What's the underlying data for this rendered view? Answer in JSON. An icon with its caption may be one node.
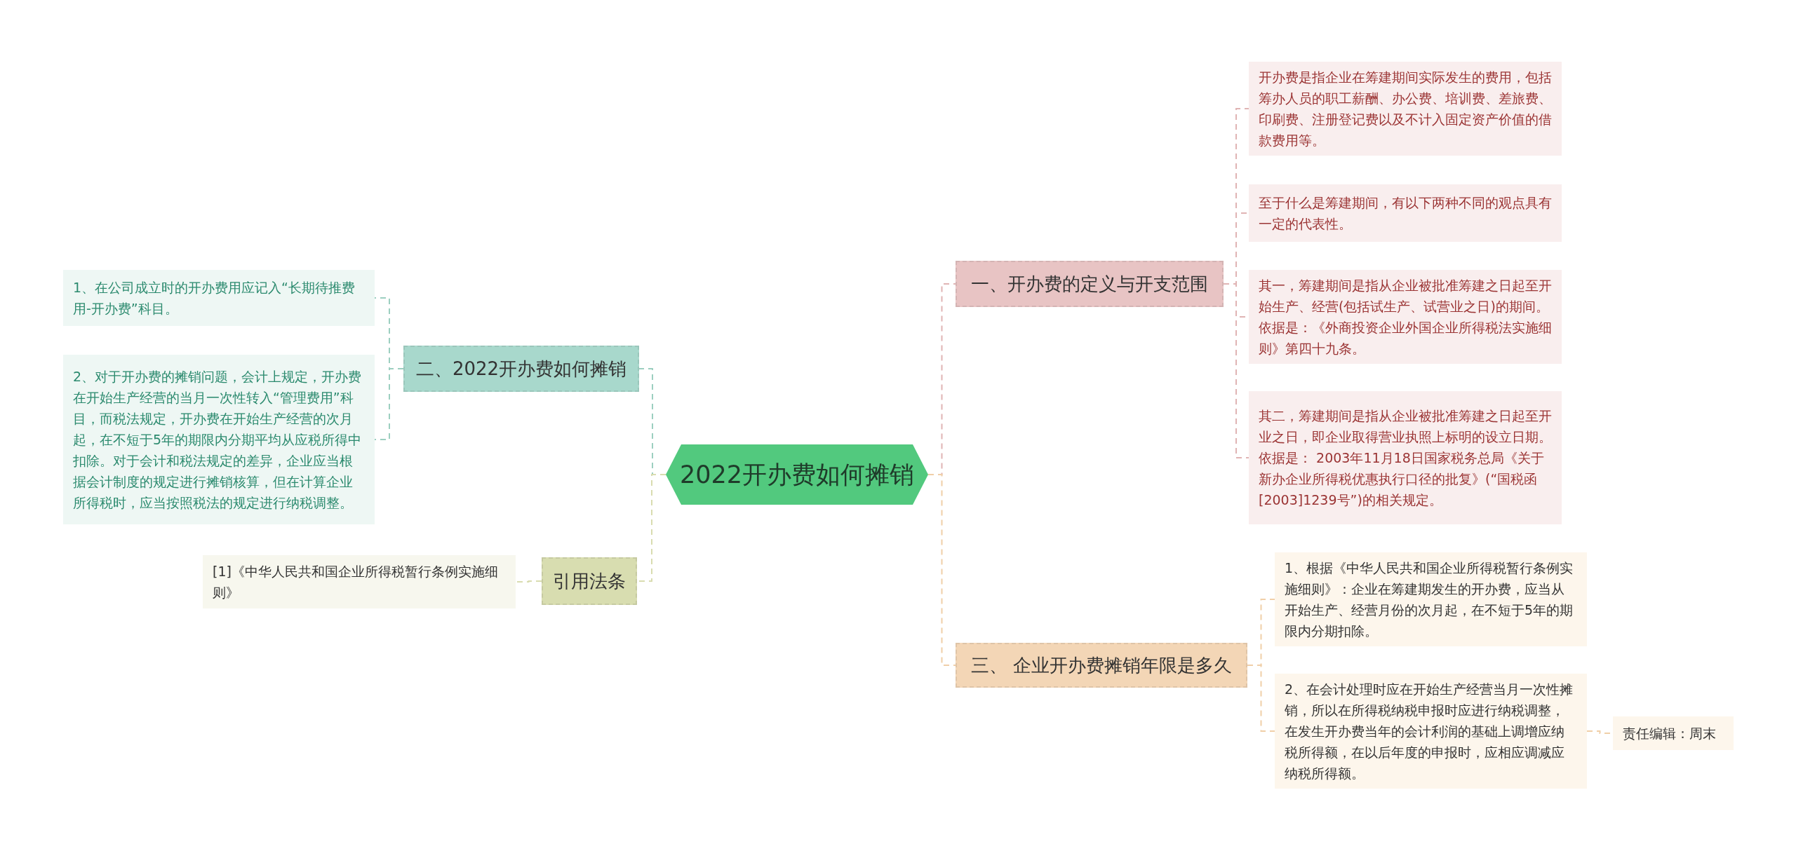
{
  "diagram": {
    "nodes": [
      {
        "text": [
          "2022开办费如何摊销"
        ]
      },
      {
        "text": [
          "一、开办费的定义与开支范围"
        ]
      },
      {
        "text": [
          "开办费是指企业在筹建期间实际发生的费用，包括筹办人员的职工薪酬、办公费、培训费、差旅费、印刷费、注册登记费以及不计入固定资产价值的借款费用等。"
        ]
      },
      {
        "text": [
          "至于什么是筹建期间，有以下两种不同的观点具有一定的代表性。"
        ]
      },
      {
        "text": [
          "其一，筹建期间是指从企业被批准筹建之日起至开始生产、经营(包括试生产、试营业之日)的期间。依据是：《外商投资企业外国企业所得税法实施细则》第四十九条。"
        ]
      },
      {
        "text": [
          "其二，筹建期间是指从企业被批准筹建之日起至开业之日，即企业取得营业执照上标明的设立日期。依据是： 2003年11月18日国家税务总局《关于新办企业所得税优惠执行口径的批复》(“国税函[2003]1239号”)的相关规定。"
        ]
      },
      {
        "text": [
          "三、 企业开办费摊销年限是多久"
        ]
      },
      {
        "text": [
          "1、根据《中华人民共和国企业所得税暂行条例实施细则》：企业在筹建期发生的开办费，应当从开始生产、经营月份的次月起，在不短于5年的期限内分期扣除。"
        ]
      },
      {
        "text": [
          "2、在会计处理时应在开始生产经营当月一次性摊销，所以在所得税纳税申报时应进行纳税调整，在发生开办费当年的会计利润的基础上调增应纳税所得额，在以后年度的申报时，应相应调减应纳税所得额。"
        ]
      },
      {
        "text": [
          "责任编辑：周末"
        ]
      },
      {
        "text": [
          "二、2022开办费如何摊销"
        ]
      },
      {
        "text": [
          "1、在公司成立时的开办费用应记入“长期待推费用-开办费”科目。"
        ]
      },
      {
        "text": [
          "2、对于开办费的摊销问题，会计上规定，开办费在开始生产经营的当月一次性转入“管理费用”科目，而税法规定，开办费在开始生产经营的次月起，在不短于5年的期限内分期平均从应税所得中扣除。对于会计和税法规定的差异，企业应当根据会计制度的规定进行摊销核算，但在计算企业所得税时，应当按照税法的规定进行纳税调整。"
        ]
      },
      {
        "text": [
          "引用法条"
        ]
      },
      {
        "text": [
          "[1]《中华人民共和国企业所得税暂行条例实施细则》"
        ]
      }
    ],
    "edges": [
      {
        "from": 0,
        "to": 1,
        "arrow": "none",
        "style": "dashed",
        "color": "#e0b4b4"
      },
      {
        "from": 1,
        "to": 2,
        "arrow": "none",
        "style": "dashed",
        "color": "#e0b4b4"
      },
      {
        "from": 1,
        "to": 3,
        "arrow": "none",
        "style": "dashed",
        "color": "#e0b4b4"
      },
      {
        "from": 1,
        "to": 4,
        "arrow": "none",
        "style": "dashed",
        "color": "#e0b4b4"
      },
      {
        "from": 1,
        "to": 5,
        "arrow": "none",
        "style": "dashed",
        "color": "#e0b4b4"
      },
      {
        "from": 0,
        "to": 6,
        "arrow": "none",
        "style": "dashed",
        "color": "#f0cfa8"
      },
      {
        "from": 6,
        "to": 7,
        "arrow": "none",
        "style": "dashed",
        "color": "#f0cfa8"
      },
      {
        "from": 6,
        "to": 8,
        "arrow": "none",
        "style": "dashed",
        "color": "#f0cfa8"
      },
      {
        "from": 8,
        "to": 9,
        "arrow": "none",
        "style": "dashed",
        "color": "#f0cfa8"
      },
      {
        "from": 0,
        "to": 10,
        "arrow": "none",
        "style": "dashed",
        "color": "#9ccfc0"
      },
      {
        "from": 10,
        "to": 11,
        "arrow": "none",
        "style": "dashed",
        "color": "#9ccfc0"
      },
      {
        "from": 10,
        "to": 12,
        "arrow": "none",
        "style": "dashed",
        "color": "#9ccfc0"
      },
      {
        "from": 0,
        "to": 13,
        "arrow": "none",
        "style": "dashed",
        "color": "#d9dcb0"
      },
      {
        "from": 13,
        "to": 14,
        "arrow": "none",
        "style": "dashed",
        "color": "#d9dcb0"
      }
    ]
  }
}
